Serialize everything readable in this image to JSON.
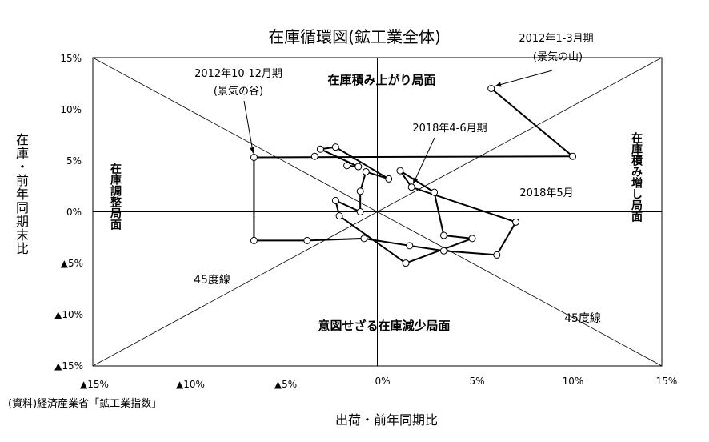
{
  "chart_data": {
    "type": "scatter",
    "title": "在庫循環図(鉱工業全体)",
    "xlabel": "出荷・前年同期比",
    "ylabel": "在庫・前年同期末比",
    "source": "(資料)経済産業省「鉱工業指数」",
    "xlim": [
      -15,
      15
    ],
    "ylim": [
      -15,
      15
    ],
    "x_ticks": [
      "▲15%",
      "▲10%",
      "▲5%",
      "0%",
      "5%",
      "10%",
      "15%"
    ],
    "y_ticks": [
      "15%",
      "10%",
      "5%",
      "0%",
      "▲5%",
      "▲10%",
      "▲15%"
    ],
    "regions": {
      "top": "在庫積み上がり局面",
      "right": "在庫積み増し局面",
      "bottom": "意図せざる在庫減少局面",
      "left": "在庫調整局面"
    },
    "reference_lines": [
      "45度線",
      "45度線"
    ],
    "annotations": [
      "2012年1-3月期",
      "(景気の山)",
      "2012年10-12月期",
      "(景気の谷)",
      "2018年4-6月期",
      "2018年5月"
    ],
    "points": [
      {
        "x": 6.0,
        "y": 12.0
      },
      {
        "x": 10.3,
        "y": 5.4
      },
      {
        "x": -6.5,
        "y": 5.3
      },
      {
        "x": -6.5,
        "y": -2.8
      },
      {
        "x": -3.7,
        "y": -2.8
      },
      {
        "x": -0.7,
        "y": -2.6
      },
      {
        "x": 1.7,
        "y": -3.3
      },
      {
        "x": 3.5,
        "y": -3.8
      },
      {
        "x": 6.3,
        "y": -4.2
      },
      {
        "x": 7.3,
        "y": -1.0
      },
      {
        "x": 1.8,
        "y": 2.4
      },
      {
        "x": 1.2,
        "y": 4.0
      },
      {
        "x": 3.0,
        "y": 1.9
      },
      {
        "x": 3.5,
        "y": -2.3
      },
      {
        "x": 5.0,
        "y": -2.6
      },
      {
        "x": 1.5,
        "y": -5.0
      },
      {
        "x": -2.0,
        "y": -0.4
      },
      {
        "x": -2.2,
        "y": 1.1
      },
      {
        "x": -0.9,
        "y": 0.0
      },
      {
        "x": -0.9,
        "y": 2.0
      },
      {
        "x": -0.6,
        "y": 3.9
      },
      {
        "x": 0.6,
        "y": 3.2
      },
      {
        "x": -2.2,
        "y": 6.3
      },
      {
        "x": -3.0,
        "y": 6.1
      },
      {
        "x": -1.0,
        "y": 4.4
      },
      {
        "x": -1.6,
        "y": 4.5
      },
      {
        "x": -3.3,
        "y": 5.4
      }
    ],
    "connectors": [
      [
        0,
        1
      ],
      [
        1,
        2
      ],
      [
        2,
        3
      ],
      [
        3,
        4
      ],
      [
        4,
        5
      ],
      [
        5,
        6
      ],
      [
        6,
        7
      ],
      [
        7,
        8
      ],
      [
        8,
        9
      ],
      [
        9,
        10
      ],
      [
        10,
        11
      ],
      [
        11,
        12
      ],
      [
        12,
        13
      ],
      [
        13,
        14
      ],
      [
        14,
        15
      ],
      [
        15,
        16
      ],
      [
        16,
        17
      ],
      [
        17,
        18
      ],
      [
        18,
        19
      ],
      [
        19,
        20
      ],
      [
        20,
        21
      ],
      [
        21,
        22
      ],
      [
        22,
        23
      ],
      [
        23,
        24
      ],
      [
        24,
        25
      ]
    ],
    "grid": false,
    "colors": {
      "line": "#000000",
      "marker_fill": "#ffffff",
      "marker_stroke": "#000000"
    }
  }
}
